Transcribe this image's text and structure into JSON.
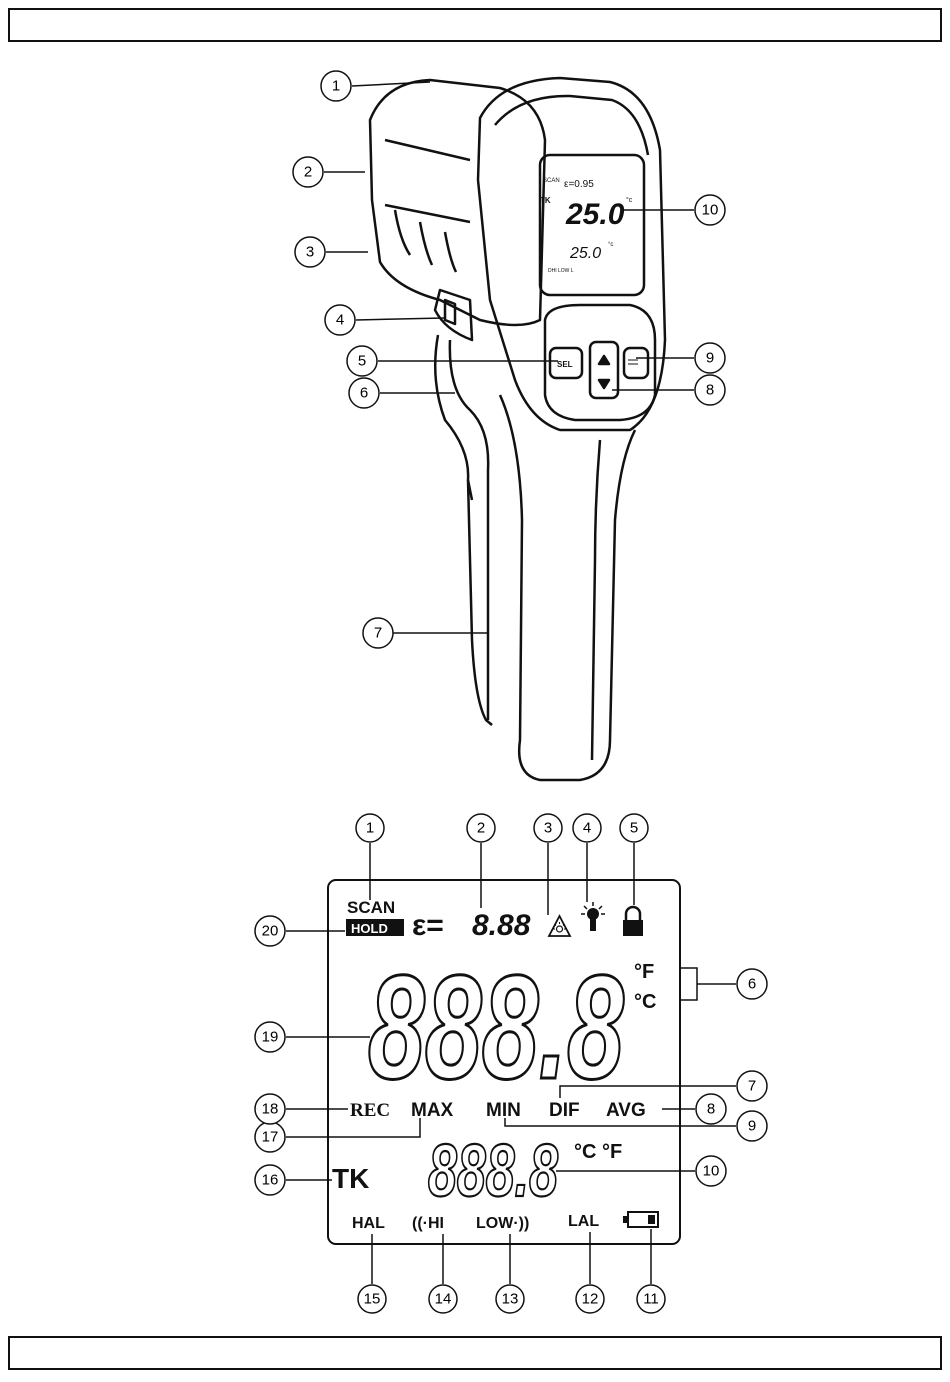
{
  "device_callouts": [
    "1",
    "2",
    "3",
    "4",
    "5",
    "6",
    "7",
    "8",
    "9",
    "10"
  ],
  "device_mini_lcd": {
    "scan": "SCAN",
    "emissivity": "ε=0.95",
    "tk": "TK",
    "main_value": "25.0",
    "unit": "°c",
    "sub_value": "25.0",
    "sub_unit": "°c",
    "bottom": "DHI LOW L",
    "sel_button": "SEL"
  },
  "lcd_callouts": [
    "1",
    "2",
    "3",
    "4",
    "5",
    "6",
    "7",
    "8",
    "9",
    "10",
    "11",
    "12",
    "13",
    "14",
    "15",
    "16",
    "17",
    "18",
    "19",
    "20"
  ],
  "lcd": {
    "scan": "SCAN",
    "hold": "HOLD",
    "emissivity_prefix": "ε=",
    "emissivity_digits": "8.88",
    "main_digits": "888.8",
    "deg_f": "°F",
    "deg_c": "°C",
    "rec": "REC",
    "max": "MAX",
    "min": "MIN",
    "dif": "DIF",
    "avg": "AVG",
    "sub_digits": "888.8",
    "sub_units": "°C °F",
    "tk": "TK",
    "hal": "HAL",
    "hi": "((·HI",
    "low": "LOW·))",
    "lal": "LAL"
  }
}
